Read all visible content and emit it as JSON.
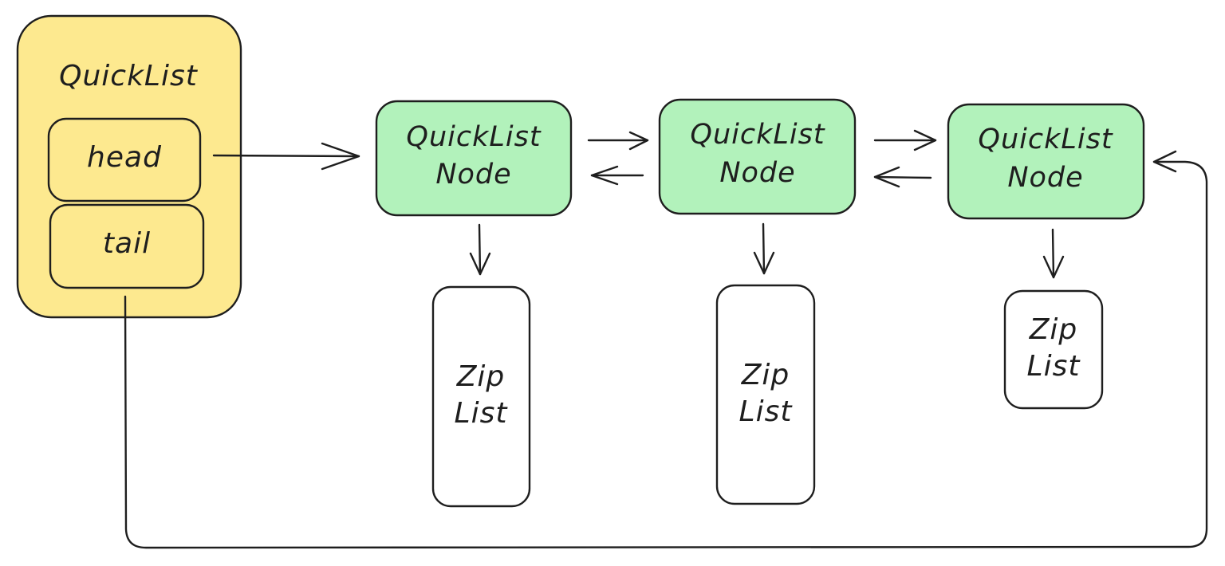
{
  "colors": {
    "quicklist_fill": "#fde98f",
    "node_fill": "#b2f2bb",
    "ziplist_fill": "#ffffff",
    "stroke": "#1e1e1e"
  },
  "quicklist": {
    "title": "QuickList",
    "head_label": "head",
    "tail_label": "tail"
  },
  "nodes": [
    {
      "line1": "QuickList",
      "line2": "Node"
    },
    {
      "line1": "QuickList",
      "line2": "Node"
    },
    {
      "line1": "QuickList",
      "line2": "Node"
    }
  ],
  "ziplists": [
    {
      "line1": "Zip",
      "line2": "List"
    },
    {
      "line1": "Zip",
      "line2": "List"
    },
    {
      "line1": "Zip",
      "line2": "List"
    }
  ]
}
